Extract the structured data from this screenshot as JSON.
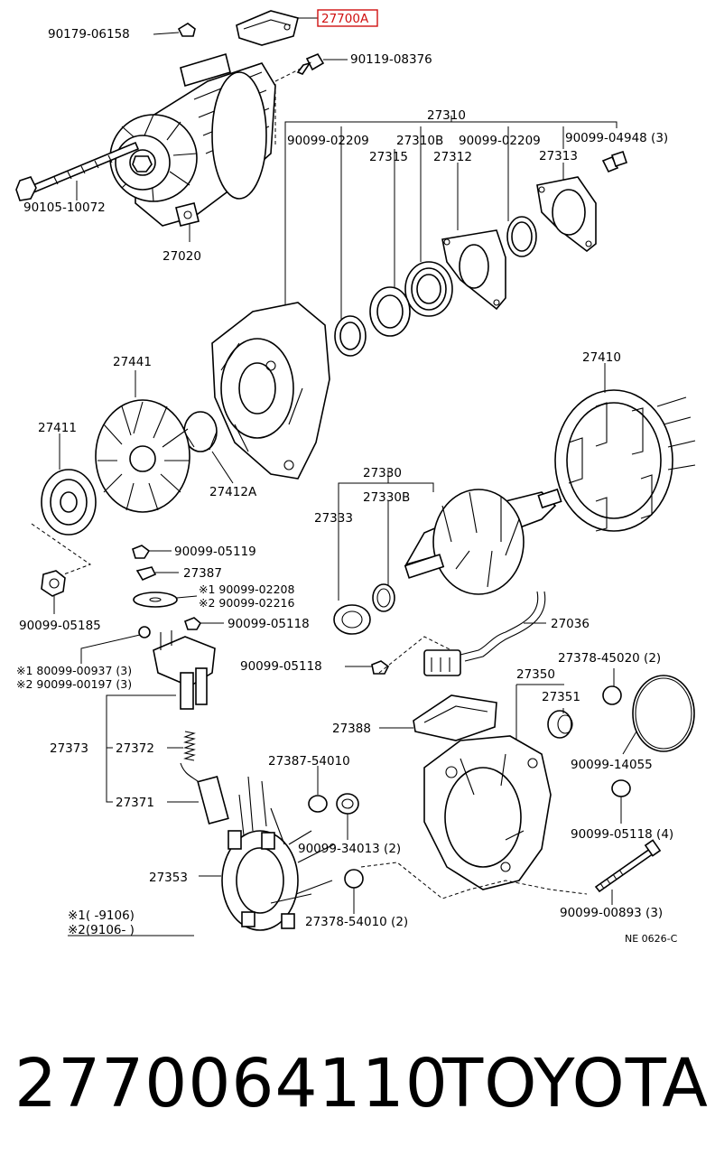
{
  "highlight_color": "#d01010",
  "labels": {
    "p27700A": "27700A",
    "p90179_06158": "90179-06158",
    "p90119_08376": "90119-08376",
    "p27310": "27310",
    "p90099_02209_a": "90099-02209",
    "p27310B": "27310B",
    "p90099_02209_b": "90099-02209",
    "p90099_04948": "90099-04948 (3)",
    "p27315": "27315",
    "p27312": "27312",
    "p27313": "27313",
    "p90105_10072": "90105-10072",
    "p27020": "27020",
    "p27441": "27441",
    "p27410": "27410",
    "p27411": "27411",
    "p27412A": "27412A",
    "p27330": "27330",
    "p27330B": "27330B",
    "p27333": "27333",
    "p90099_05119": "90099-05119",
    "p27387": "27387",
    "p90099_02208": "※1 90099-02208",
    "p90099_02216": "※2 90099-02216",
    "p90099_05185": "90099-05185",
    "p90099_05118_a": "90099-05118",
    "p27036": "27036",
    "p90099_00937": "※1 80099-00937 (3)",
    "p90099_00197": "※2 90099-00197 (3)",
    "p90099_05118_b": "90099-05118",
    "p27378_45020": "27378-45020 (2)",
    "p27350": "27350",
    "p27351": "27351",
    "p27388": "27388",
    "p27373": "27373",
    "p27372": "27372",
    "p90099_14055": "90099-14055",
    "p27387_54010": "27387-54010",
    "p27371": "27371",
    "p90099_34013": "90099-34013 (2)",
    "p90099_05118_c": "90099-05118 (4)",
    "p27353": "27353",
    "p90099_00893": "90099-00893 (3)",
    "p27378_54010": "27378-54010 (2)",
    "note1": "※1(      -9106)",
    "note2": "※2(9106-       )",
    "figure_code": "NE 0626-C"
  },
  "footer": {
    "part_number": "2770064110",
    "brand": "TOYOTA"
  }
}
